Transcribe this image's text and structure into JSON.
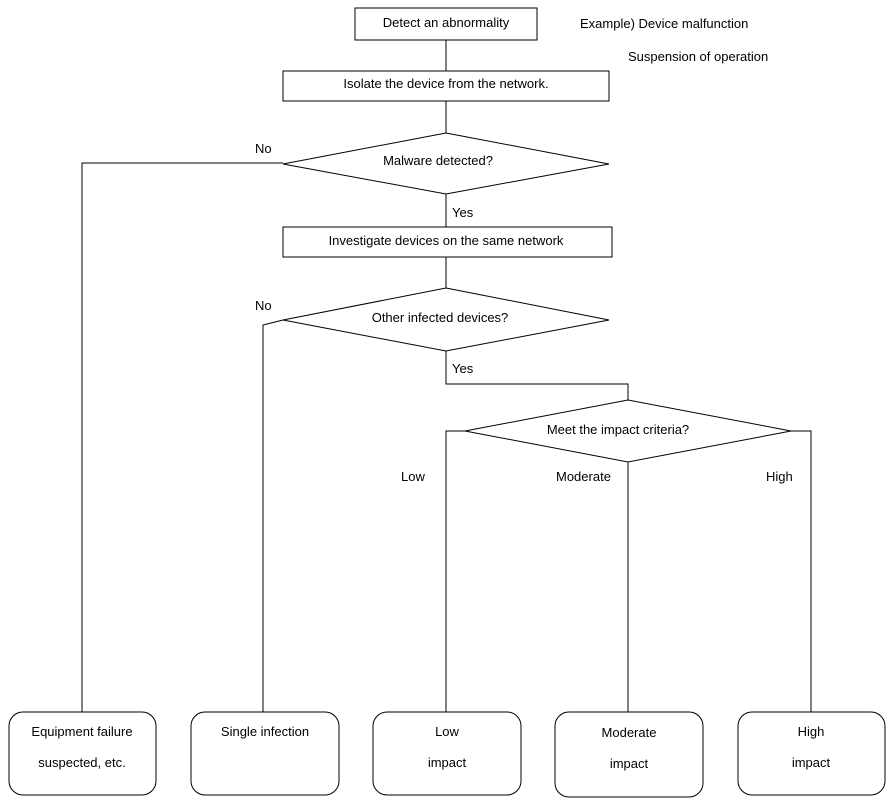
{
  "nodes": {
    "detect": "Detect an abnormality",
    "isolate": "Isolate the device from the network.",
    "malware_q": "Malware detected?",
    "investigate": "Investigate devices on the same network",
    "other_q": "Other infected devices?",
    "impact_q": "Meet the impact criteria?"
  },
  "notes": {
    "example_1": "Example) Device malfunction",
    "example_2": "Suspension of operation"
  },
  "branch_labels": {
    "malware_no": "No",
    "malware_yes": "Yes",
    "other_no": "No",
    "other_yes": "Yes",
    "low": "Low",
    "moderate": "Moderate",
    "high": "High"
  },
  "outcomes": {
    "equipment_failure": [
      "Equipment failure",
      "suspected, etc."
    ],
    "single_infection": [
      "Single infection"
    ],
    "low_impact": [
      "Low",
      "impact"
    ],
    "moderate_impact": [
      "Moderate",
      "impact"
    ],
    "high_impact": [
      "High",
      "impact"
    ]
  }
}
